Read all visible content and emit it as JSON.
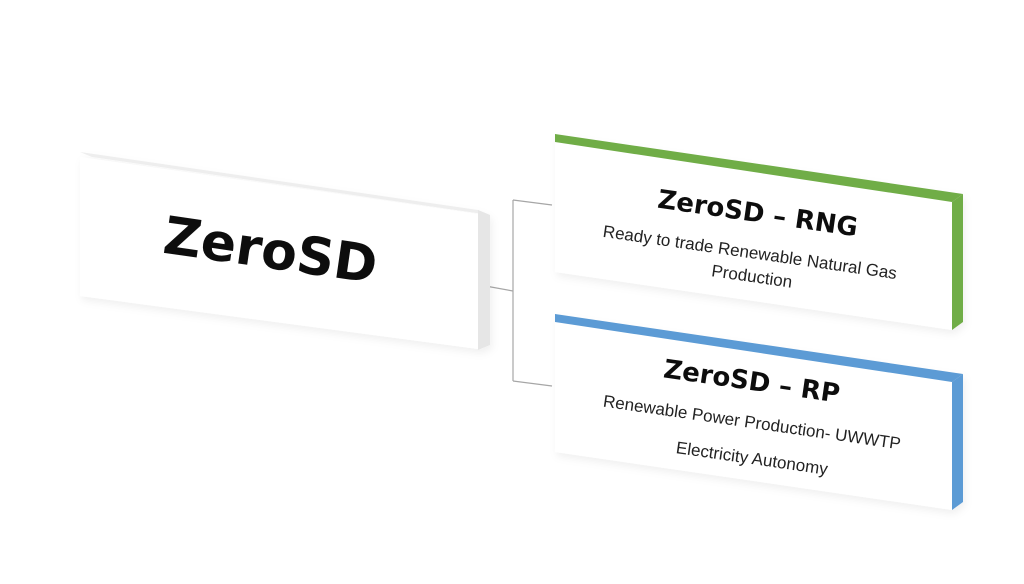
{
  "root": {
    "title": "ZeroSD"
  },
  "branches": [
    {
      "title": "ZeroSD – RNG",
      "lines": [
        "Ready to trade Renewable Natural Gas",
        "Production"
      ],
      "accent": "#70ad47"
    },
    {
      "title": "ZeroSD – RP",
      "lines": [
        "Renewable Power Production- UWWTP",
        "Electricity Autonomy"
      ],
      "accent": "#5b9bd5"
    }
  ],
  "colors": {
    "card_face": "#ffffff",
    "card_shadow": "#e4e4e4",
    "connector": "#a6a6a6"
  }
}
